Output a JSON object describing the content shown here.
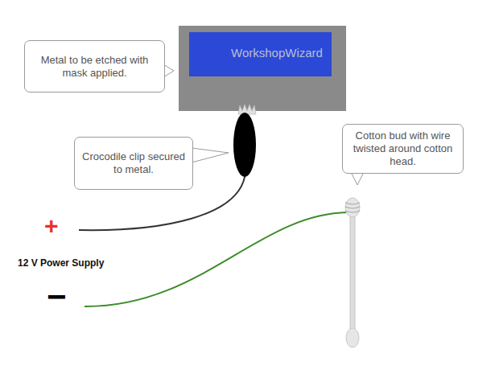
{
  "diagram": {
    "nodes": [
      {
        "text": [
          "WorkshopWizard"
        ]
      },
      {
        "text": [
          "Metal to be etched with mask applied."
        ]
      },
      {
        "text": [
          "Cotton bud with wire twisted around cotton head."
        ]
      },
      {
        "text": [
          "Crocodile clip secured to metal."
        ]
      }
    ],
    "labels": [
      "+",
      "12 V Power Supply",
      "−"
    ]
  }
}
